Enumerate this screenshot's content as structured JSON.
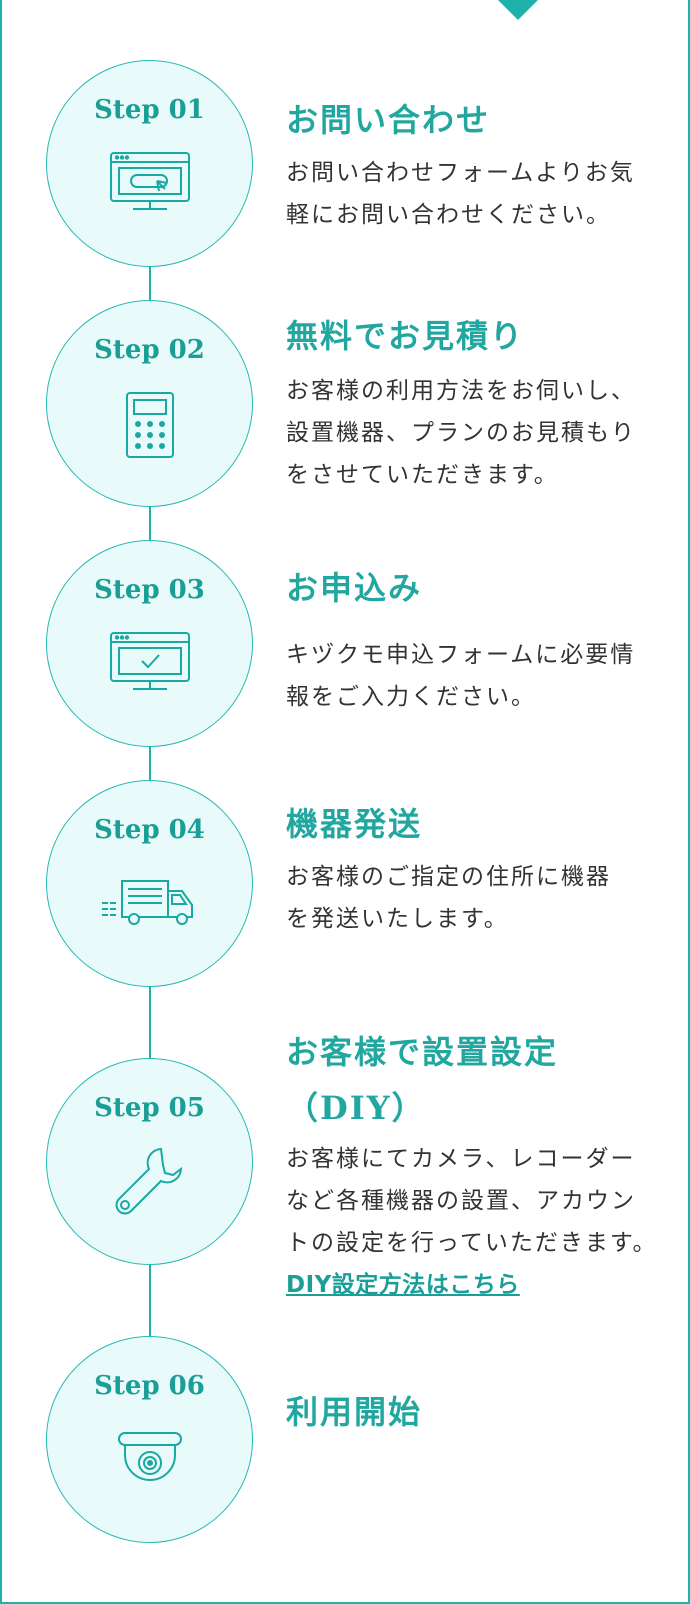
{
  "accent_color": "#20b2aa",
  "steps": [
    {
      "label": "Step 01",
      "icon": "monitor-cursor-icon",
      "title": "お問い合わせ",
      "desc_lines": [
        "お問い合わせフォームよりお気",
        "軽にお問い合わせください。"
      ]
    },
    {
      "label": "Step 02",
      "icon": "calculator-icon",
      "title": "無料でお見積り",
      "desc_lines": [
        "お客様の利用方法をお伺いし、",
        "設置機器、プランのお見積もり",
        "をさせていただきます。"
      ]
    },
    {
      "label": "Step 03",
      "icon": "monitor-check-icon",
      "title": "お申込み",
      "desc_lines": [
        "キヅクモ申込フォームに必要情",
        "報をご入力ください。"
      ]
    },
    {
      "label": "Step 04",
      "icon": "delivery-truck-icon",
      "title": "機器発送",
      "desc_lines": [
        "お客様のご指定の住所に機器",
        "を発送いたします。"
      ]
    },
    {
      "label": "Step 05",
      "icon": "wrench-icon",
      "title_lines": [
        "お客様で設置設定",
        "（DIY）"
      ],
      "desc_lines": [
        "お客様にてカメラ、レコーダー",
        "など各種機器の設置、アカウン",
        "トの設定を行っていただきます。"
      ],
      "link": "DIY設定方法はこちら"
    },
    {
      "label": "Step 06",
      "icon": "dome-camera-icon",
      "title": "利用開始"
    }
  ]
}
